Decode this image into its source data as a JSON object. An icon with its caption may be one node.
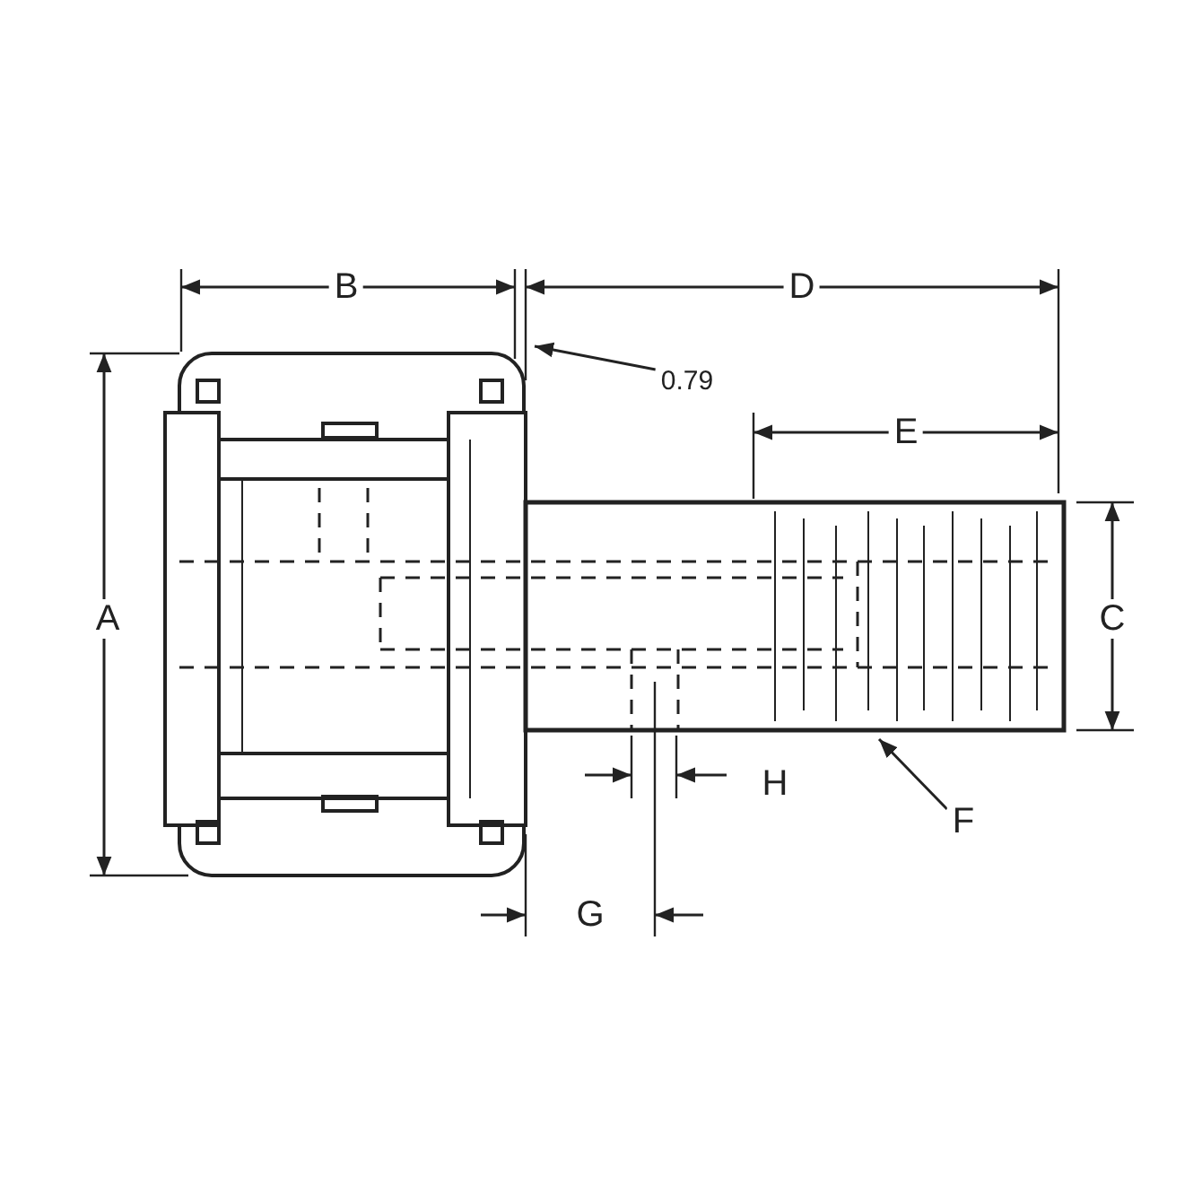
{
  "diagram": {
    "nodes": [
      {
        "text": [
          "0.79"
        ]
      },
      {
        "text": [
          "F"
        ]
      }
    ],
    "edges": [
      {
        "from": 0,
        "to": null,
        "arrow": "to"
      },
      {
        "from": 1,
        "to": null,
        "arrow": "to"
      }
    ],
    "labels": [
      "B",
      "D",
      "E",
      "A",
      "C",
      "H",
      "G"
    ]
  }
}
